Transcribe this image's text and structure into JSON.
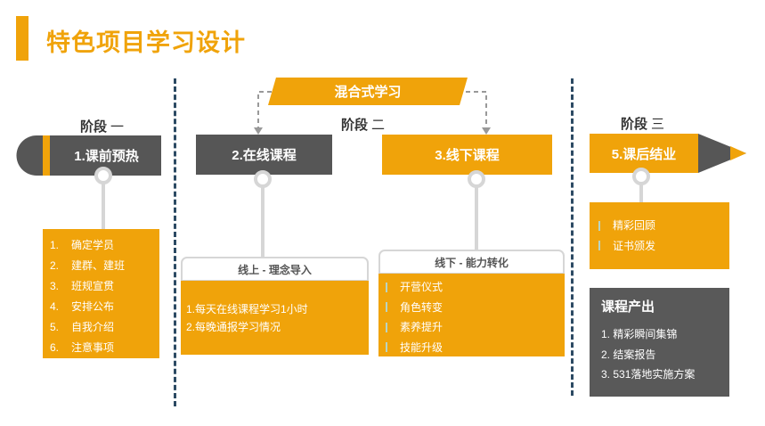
{
  "title": "特色项目学习设计",
  "banner": "混合式学习",
  "stages": {
    "one": {
      "label": "阶段",
      "num": "一"
    },
    "two": {
      "label": "阶段",
      "num": "二"
    },
    "three": {
      "label": "阶段",
      "num": "三"
    }
  },
  "steps": {
    "s1": "1.课前预热",
    "s2": "2.在线课程",
    "s3": "3.线下课程",
    "s5": "5.课后结业"
  },
  "pre_list": [
    {
      "n": "1.",
      "t": "确定学员"
    },
    {
      "n": "2.",
      "t": "建群、建班"
    },
    {
      "n": "3.",
      "t": "班规宣贯"
    },
    {
      "n": "4.",
      "t": "安排公布"
    },
    {
      "n": "5.",
      "t": "自我介绍"
    },
    {
      "n": "6.",
      "t": "注意事项"
    }
  ],
  "online": {
    "tag": "线上 - 理念导入",
    "items": [
      "1.每天在线课程学习1小时",
      "2.每晚通报学习情况"
    ]
  },
  "offline": {
    "tag": "线下 - 能力转化",
    "items": [
      "开营仪式",
      "角色转变",
      "素养提升",
      "技能升级"
    ]
  },
  "post": {
    "items": [
      "精彩回顾",
      "证书颁发"
    ]
  },
  "output": {
    "title": "课程产出",
    "items": [
      "1. 精彩瞬间集锦",
      "2. 结案报告",
      "3. 531落地实施方案"
    ]
  },
  "colors": {
    "accent": "#f0a30a",
    "dark": "#565656",
    "divider": "#2c4a63"
  }
}
